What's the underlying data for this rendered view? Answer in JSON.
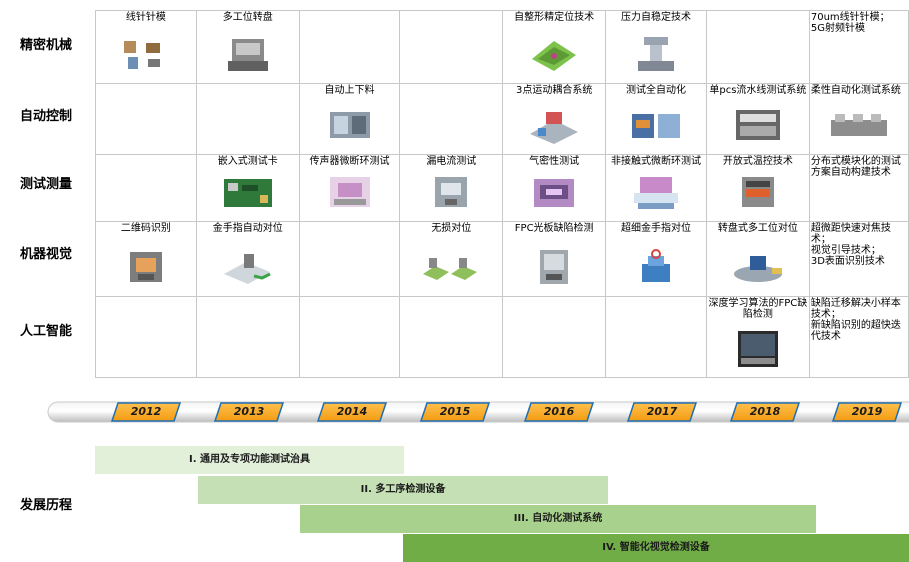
{
  "rows": [
    {
      "label": "精密机械",
      "cells": [
        {
          "text": "线针针模",
          "icon": "needle-mold-fixture"
        },
        {
          "text": "多工位转盘",
          "icon": "rotary-station-machine"
        },
        {
          "text": "",
          "icon": ""
        },
        {
          "text": "",
          "icon": ""
        },
        {
          "text": "自整形精定位技术",
          "icon": "green-positioning-plate"
        },
        {
          "text": "压力自稳定技术",
          "icon": "pressure-stabilizer-machine"
        },
        {
          "text": "",
          "icon": ""
        },
        {
          "text": "70um线针针模；\n5G射频针模",
          "icon": "",
          "align": "left"
        }
      ]
    },
    {
      "label": "自动控制",
      "cells": [
        {
          "text": "",
          "icon": ""
        },
        {
          "text": "",
          "icon": ""
        },
        {
          "text": "自动上下料",
          "icon": "auto-loader-machine"
        },
        {
          "text": "",
          "icon": ""
        },
        {
          "text": "3点运动耦合系统",
          "icon": "motion-coupling-system"
        },
        {
          "text": "测试全自动化",
          "icon": "automated-test-machine"
        },
        {
          "text": "单pcs流水线测试系统",
          "icon": "pcs-line-tester"
        },
        {
          "text": "柔性自动化测试系统",
          "icon": "flexible-test-line",
          "align": "left"
        }
      ]
    },
    {
      "label": "测试测量",
      "cells": [
        {
          "text": "",
          "icon": ""
        },
        {
          "text": "嵌入式测试卡",
          "icon": "embedded-test-card"
        },
        {
          "text": "传声器微断环测试",
          "icon": "microphone-tester"
        },
        {
          "text": "漏电流测试",
          "icon": "leakage-tester"
        },
        {
          "text": "气密性测试",
          "icon": "air-tightness-tester"
        },
        {
          "text": "非接触式微断环测试",
          "icon": "contactless-tester"
        },
        {
          "text": "开放式温控技术",
          "icon": "temperature-control-unit"
        },
        {
          "text": "分布式模块化的测试方案自动构建技术",
          "icon": "",
          "align": "left"
        }
      ]
    },
    {
      "label": "机器视觉",
      "cells": [
        {
          "text": "二维码识别",
          "icon": "qr-code-reader"
        },
        {
          "text": "金手指自动对位",
          "icon": "gold-finger-alignment"
        },
        {
          "text": "",
          "icon": ""
        },
        {
          "text": "无损对位",
          "icon": "non-destructive-alignment"
        },
        {
          "text": "FPC光板缺陷检测",
          "icon": "fpc-inspection-machine"
        },
        {
          "text": "超细金手指对位",
          "icon": "ultrafine-alignment"
        },
        {
          "text": "转盘式多工位对位",
          "icon": "rotary-multi-station"
        },
        {
          "text": "超微距快速对焦技术；\n视觉引导技术；\n3D表面识别技术",
          "icon": "",
          "align": "left"
        }
      ]
    },
    {
      "label": "人工智能",
      "cells": [
        {
          "text": "",
          "icon": ""
        },
        {
          "text": "",
          "icon": ""
        },
        {
          "text": "",
          "icon": ""
        },
        {
          "text": "",
          "icon": ""
        },
        {
          "text": "",
          "icon": ""
        },
        {
          "text": "",
          "icon": ""
        },
        {
          "text": "深度学习算法的FPC缺陷检测",
          "icon": "deep-learning-screen"
        },
        {
          "text": "缺陷迁移解决小样本技术；\n新缺陷识别的超快迭代技术",
          "icon": "",
          "align": "left"
        }
      ]
    }
  ],
  "years": [
    "2012",
    "2013",
    "2014",
    "2015",
    "2016",
    "2017",
    "2018",
    "2019"
  ],
  "history_label": "发展历程",
  "phases": [
    {
      "label": "I. 通用及专项功能测试治具",
      "color": "#e2efd9"
    },
    {
      "label": "II. 多工序检测设备",
      "color": "#c5e0b4"
    },
    {
      "label": "III. 自动化测试系统",
      "color": "#a9d18e"
    },
    {
      "label": "IV. 智能化视觉检测设备",
      "color": "#70ad47"
    }
  ],
  "colors": {
    "tube": "#d6d6d6",
    "tag": "#f5a623",
    "tag_edge": "#1f6fb5"
  }
}
